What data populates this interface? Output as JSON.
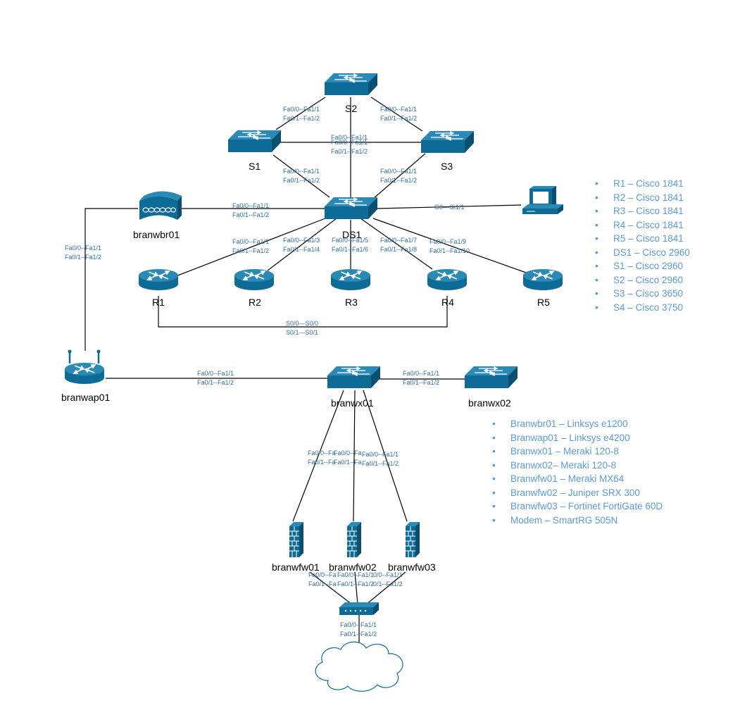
{
  "colors": {
    "device": "#0e6b95",
    "device_dark": "#084f70",
    "device_light": "#2b8ab5",
    "label": "#2f6ea6",
    "legend": "#5b9bd5",
    "line": "#000000"
  },
  "nodes": {
    "s2": "S2",
    "s1": "S1",
    "s3": "S3",
    "ds1": "DS1",
    "r1": "R1",
    "r2": "R2",
    "r3": "R3",
    "r4": "R4",
    "r5": "R5",
    "branwbr01": "branwbr01",
    "branwap01": "branwap01",
    "branwx01": "branwx01",
    "branwx02": "branwx02",
    "branwfw01": "branwfw01",
    "branwfw02": "branwfw02",
    "branwfw03": "branwfw03"
  },
  "links": {
    "s2_s1": [
      "Fa0/0--Fa1/1",
      "Fa0/1--Fa1/2"
    ],
    "s2_s3": [
      "Fa0/0--Fa1/1",
      "Fa0/1--Fa1/2"
    ],
    "s2_ds1_overlap": "Fa0/0--Fa1/1",
    "s1_s3": [
      "Fa0/0--Fa1/1",
      "Fa0/1--Fa1/2"
    ],
    "s1_ds1": [
      "Fa0/0--Fa1/1",
      "Fa0/1--Fa1/2"
    ],
    "s3_ds1": [
      "Fa0/0--Fa1/1",
      "Fa0/1--Fa1/2"
    ],
    "wbr_ds1": [
      "Fa0/0--Fa1/1",
      "Fa0/1--Fa1/2"
    ],
    "ds1_pc": "G0—Gi1/1",
    "ds1_r1": [
      "Fa0/0--Fa1/1",
      "Fa0/1--Fa1/2"
    ],
    "ds1_r2": [
      "Fa0/0--Fa1/3",
      "Fa0/1--Fa1/4"
    ],
    "ds1_r3": [
      "Fa0/0--Fa1/5",
      "Fa0/1--Fa1/6"
    ],
    "ds1_r4": [
      "Fa0/0--Fa1/7",
      "Fa0/1--Fa1/8"
    ],
    "ds1_r5": [
      "Fa0/0--Fa1/9",
      "Fa0/1--Fa1/10"
    ],
    "r1_r4": [
      "S0/0—S0/0",
      "S0/1—S0/1"
    ],
    "wbr_wap": [
      "Fa0/0--Fa1/1",
      "Fa0/1--Fa1/2"
    ],
    "wap_wx01": [
      "Fa0/0--Fa1/1",
      "Fa0/1--Fa1/2"
    ],
    "wx01_wx02": [
      "Fa0/0--Fa1/1",
      "Fa0/1--Fa1/2"
    ],
    "wx01_fw01": [
      "Fa0/0--Fa",
      "Fa0/1--Fa"
    ],
    "wx01_fw02": [
      "Fa0/0--Fa",
      "Fa0/1--Fa"
    ],
    "wx01_fw03": [
      "Fa0/0--Fa1/1",
      "Fa0/1--Fa1/2"
    ],
    "fw01_hub": [
      "Fa0/0--Fa",
      "Fa0/1--Fa"
    ],
    "fw02_hub": [
      "Fa0/0--Fa1/1",
      "Fa0/1--Fa1/2"
    ],
    "fw03_hub": [
      "0/0--Fa1/1",
      "0/1--Fa1/2"
    ],
    "hub_cloud": [
      "Fa0/0--Fa1/1",
      "Fa0/1--Fa1/2"
    ]
  },
  "legend_core": [
    "R1 – Cisco 1841",
    "R2 – Cisco 1841",
    "R3 – Cisco 1841",
    "R4 – Cisco 1841",
    "R5 – Cisco 1841",
    "DS1 – Cisco 2960",
    "S1 – Cisco 2960",
    "S2 – Cisco 2960",
    "S3 – Cisco 3650",
    "S4 – Cisco 3750"
  ],
  "legend_branch": [
    "Branwbr01 – Linksys e1200",
    "Branwap01 – Linksys e4200",
    "Branwx01 – Meraki 120-8",
    "Branwx02– Meraki 120-8",
    "Branwfw01 – Meraki MX64",
    "Branwfw02 – Juniper SRX 300",
    "Branwfw03 – Fortinet FortiGate 60D",
    "Modem – SmartRG 505N"
  ]
}
